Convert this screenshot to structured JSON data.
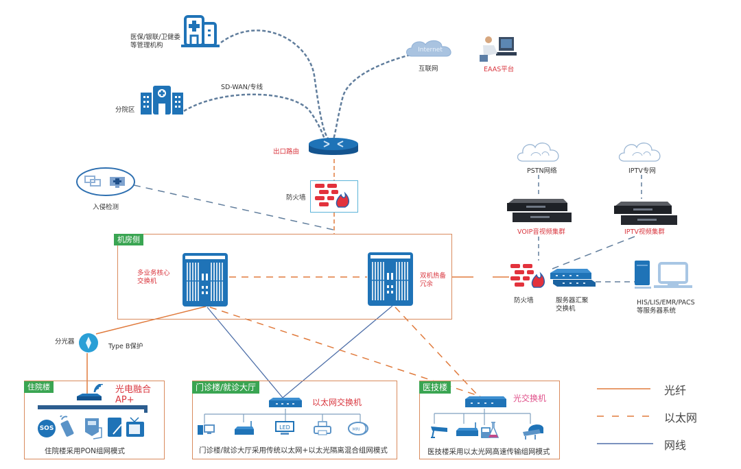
{
  "colors": {
    "fiber": "#e07a3c",
    "ethernet": "#e07a3c",
    "cable": "#4e6fa8",
    "wan_dash": "#607d9c",
    "tag_green": "#3aa552",
    "box_border": "#d98a5c",
    "icon_blue": "#1f73b7",
    "red_label": "#d9363e"
  },
  "top": {
    "regulator_label_line1": "医保/银联/卫健委",
    "regulator_label_line2": "等管理机构",
    "branch_label": "分院区",
    "wan_label": "SD-WAN/专线",
    "internet_cloud_text": "Internet",
    "internet_label": "互联网",
    "eaas_label": "EAAS平台",
    "router_label": "出口路由",
    "firewall_label": "防火墙",
    "ids_label": "入侵检测"
  },
  "right": {
    "pstn_label": "PSTN网络",
    "iptv_net_label": "IPTV专网",
    "voip_cluster_label": "VOIP音视频集群",
    "iptv_cluster_label": "IPTV视频集群",
    "firewall_label": "防火墙",
    "server_switch_line1": "服务器汇聚",
    "server_switch_line2": "交换机",
    "his_line1": "HIS/LIS/EMR/PACS",
    "his_line2": "等服务器系统"
  },
  "machine_room": {
    "tag": "机房侧",
    "core_line1": "多业务核心",
    "core_line2": "交换机",
    "redundancy_line1": "双机热备",
    "redundancy_line2": "冗余"
  },
  "splitter": {
    "label": "分光器",
    "protect_label": "Type B保护"
  },
  "inpatient": {
    "tag": "住院楼",
    "ap_line1": "光电融合",
    "ap_line2": "AP+",
    "caption": "住院楼采用PON组网模式",
    "sos_text": "SOS"
  },
  "outpatient": {
    "tag": "门诊楼/就诊大厅",
    "switch_label": "以太网交换机",
    "caption": "门诊楼/就诊大厅采用传统以太网+以太光隔离混合组网模式",
    "led_text": "LED",
    "mri_text": "MRI"
  },
  "medtech": {
    "tag": "医技楼",
    "switch_label": "光交换机",
    "caption": "医技楼采用以太光网高速传输组网模式"
  },
  "legend": {
    "items": [
      {
        "label": "光纤",
        "style": "solid",
        "color": "#e07a3c"
      },
      {
        "label": "以太网",
        "style": "dashed",
        "color": "#e07a3c"
      },
      {
        "label": "网线",
        "style": "solid",
        "color": "#4e6fa8"
      }
    ]
  }
}
